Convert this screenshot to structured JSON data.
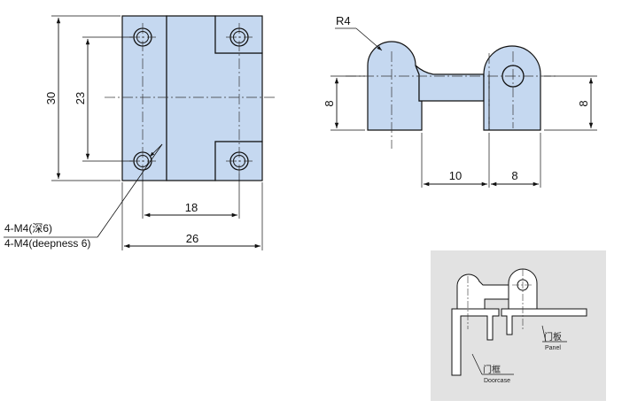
{
  "front_view": {
    "dim_height": "30",
    "dim_hole_vertical": "23",
    "dim_hole_horizontal": "18",
    "dim_width": "26",
    "hole_callout_cn": "4-M4(深6)",
    "hole_callout_en": "4-M4(deepness 6)"
  },
  "side_view": {
    "radius_label": "R4",
    "dim_left_height": "8",
    "dim_right_height": "8",
    "dim_bottom_left": "10",
    "dim_bottom_right": "8"
  },
  "installation": {
    "panel_cn": "门板",
    "panel_en": "Panel",
    "doorcase_cn": "门框",
    "doorcase_en": "Doorcase"
  },
  "colors": {
    "part_fill": "#c5d8f0",
    "inset_background": "#e2e2e2",
    "line": "#111111"
  }
}
